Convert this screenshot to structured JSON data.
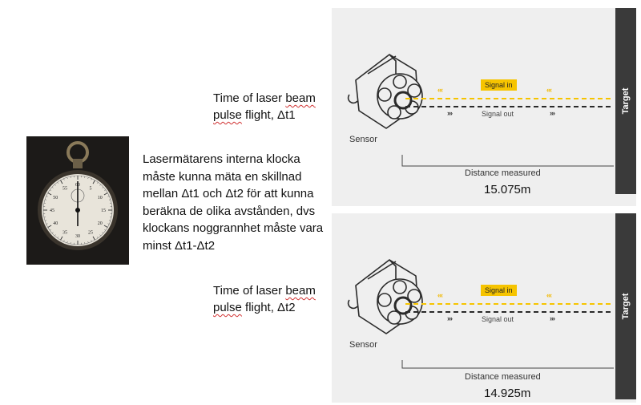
{
  "panels": [
    {
      "flight_label_prefix": "Time of laser ",
      "flight_label_underlined": "beam",
      "flight_label_line2_underlined": "pulse",
      "flight_label_line2_rest": " flight, Δt1",
      "sensor_label": "Sensor",
      "signal_in_label": "Signal in",
      "signal_out_label": "Signal out",
      "target_label": "Target",
      "distance_label": "Distance measured",
      "distance_value": "15.075m"
    },
    {
      "flight_label_prefix": "Time of laser ",
      "flight_label_underlined": "beam",
      "flight_label_line2_underlined": "pulse",
      "flight_label_line2_rest": " flight, Δt2",
      "sensor_label": "Sensor",
      "signal_in_label": "Signal in",
      "signal_out_label": "Signal out",
      "target_label": "Target",
      "distance_label": "Distance measured",
      "distance_value": "14.925m"
    }
  ],
  "description_lines": [
    "Lasermätarens interna klocka",
    "måste kunna mäta en skillnad",
    "mellan Δt1  och Δt2 för att kunna",
    "beräkna de olika avstånden, dvs",
    "klockans noggrannhet måste vara",
    "minst Δt1-Δt2"
  ],
  "stopwatch": {
    "dial_numbers": [
      "60",
      "5",
      "10",
      "15",
      "20",
      "25",
      "30",
      "35",
      "40",
      "45",
      "50",
      "55"
    ]
  },
  "colors": {
    "signal_yellow": "#f6c400",
    "panel_bg": "#efefef",
    "target_dark": "#3a3a3a"
  }
}
